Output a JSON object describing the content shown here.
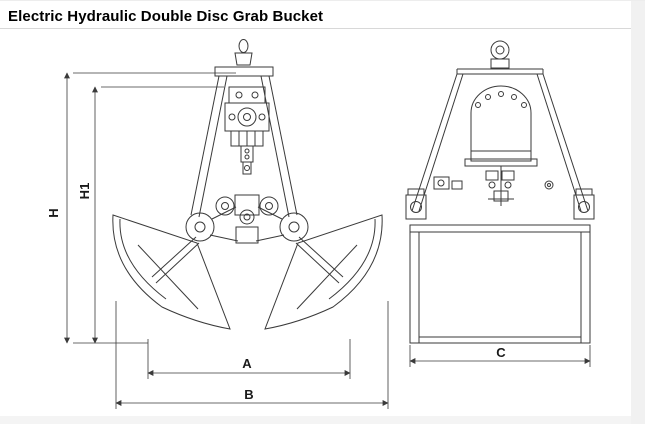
{
  "page": {
    "title": "Electric Hydraulic Double Disc Grab Bucket"
  },
  "diagram": {
    "description": "Two-view engineering line drawing of a clamshell grab bucket: front view (left) and side view (right)",
    "front_view": {
      "name": "front-view",
      "labels": {
        "overall_height": "H",
        "inner_height": "H1",
        "opening_width": "A",
        "overall_width": "B"
      }
    },
    "side_view": {
      "name": "side-view",
      "labels": {
        "body_width": "C"
      }
    },
    "colors": {
      "line": "#3a3a3a",
      "label": "#1a1a1a",
      "divider": "#d8d8d8",
      "background": "#ffffff"
    }
  }
}
